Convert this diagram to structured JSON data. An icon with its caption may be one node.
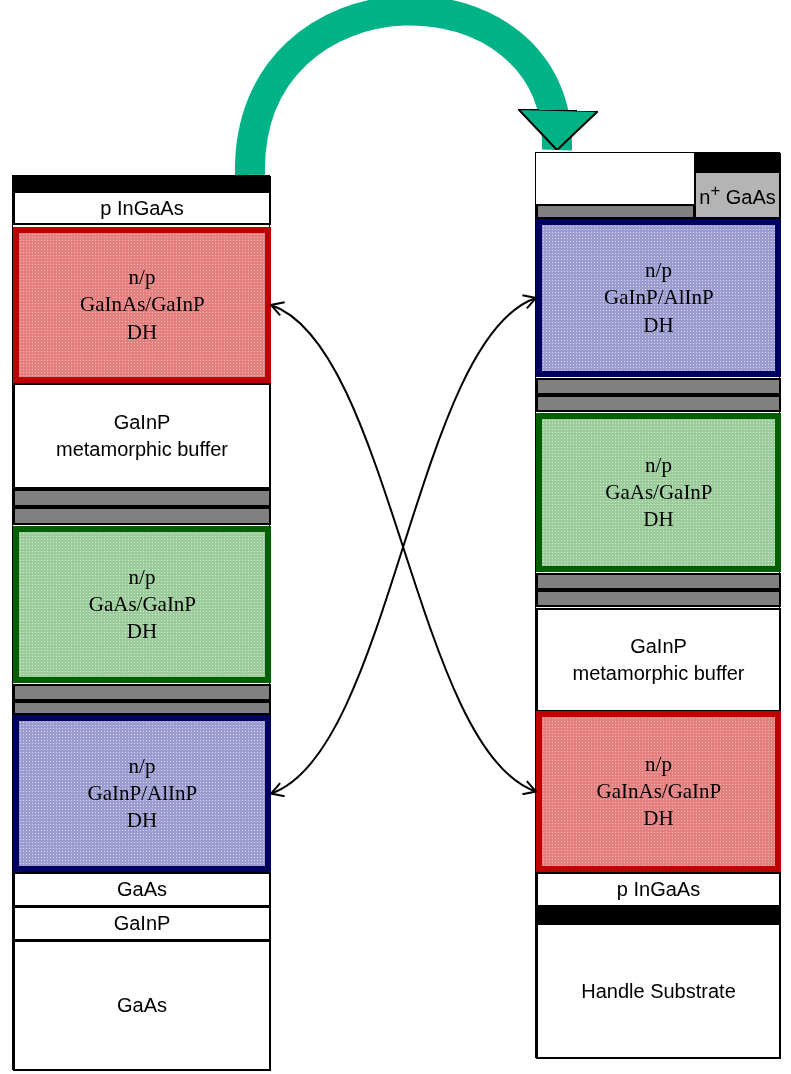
{
  "diagram": {
    "nodes": [
      {
        "text": [],
        "shape": "box"
      },
      {
        "text": [],
        "shape": "bar",
        "in": 0
      },
      {
        "text": [
          "p InGaAs"
        ],
        "in": 0
      },
      {
        "text": [
          "n/p GaInAs/GaInP DH"
        ],
        "in": 0
      },
      {
        "text": [
          "GaInP metamorphic buffer"
        ],
        "in": 0
      },
      {
        "text": [],
        "shape": "bar",
        "in": 0
      },
      {
        "text": [],
        "shape": "bar",
        "in": 0
      },
      {
        "text": [
          "n/p GaAs/GaInP DH"
        ],
        "in": 0
      },
      {
        "text": [],
        "shape": "bar",
        "in": 0
      },
      {
        "text": [],
        "shape": "bar",
        "in": 0
      },
      {
        "text": [
          "n/p GaInP/AlInP DH"
        ],
        "in": 0
      },
      {
        "text": [
          "GaAs"
        ],
        "in": 0
      },
      {
        "text": [
          "GaInP"
        ],
        "in": 0
      },
      {
        "text": [
          "GaAs"
        ],
        "in": 0
      },
      {
        "text": [],
        "shape": "box"
      },
      {
        "text": [],
        "shape": "bar",
        "in": 14
      },
      {
        "text": [
          "n$^{+}$ GaAs"
        ],
        "in": 14
      },
      {
        "text": [],
        "shape": "bar",
        "in": 14
      },
      {
        "text": [
          "n/p GaInP/AlInP DH"
        ],
        "in": 14
      },
      {
        "text": [],
        "shape": "bar",
        "in": 14
      },
      {
        "text": [],
        "shape": "bar",
        "in": 14
      },
      {
        "text": [
          "n/p GaAs/GaInP DH"
        ],
        "in": 14
      },
      {
        "text": [],
        "shape": "bar",
        "in": 14
      },
      {
        "text": [],
        "shape": "bar",
        "in": 14
      },
      {
        "text": [
          "GaInP metamorphic buffer"
        ],
        "in": 14
      },
      {
        "text": [
          "n/p GaInAs/GaInP DH"
        ],
        "in": 14
      },
      {
        "text": [
          "p InGaAs"
        ],
        "in": 14
      },
      {
        "text": [],
        "shape": "bar",
        "in": 14
      },
      {
        "text": [
          "Handle Substrate"
        ],
        "in": 14
      }
    ],
    "edges": [
      {
        "from": 0,
        "to": 14,
        "arrow": "to",
        "style": "thick",
        "color": "#00b386"
      },
      {
        "from": 3,
        "to": 25,
        "arrow": "both"
      },
      {
        "from": 10,
        "to": 18,
        "arrow": "both"
      }
    ]
  }
}
